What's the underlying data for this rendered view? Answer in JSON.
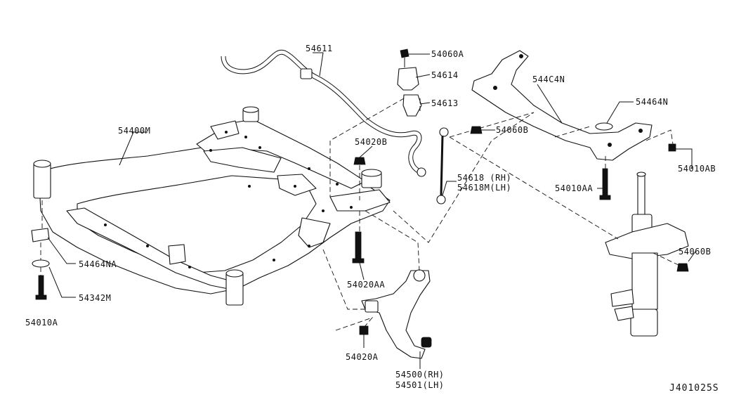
{
  "diagram_code": "J401025S",
  "parts": {
    "p54611": "54611",
    "p54060A": "54060A",
    "p54614": "54614",
    "p54613": "54613",
    "p544C4N": "544C4N",
    "p54464N": "54464N",
    "p54060B_top": "54060B",
    "p54020B": "54020B",
    "p54400M": "54400M",
    "p54618RH": "54618 (RH)",
    "p54618MLH": "54618M(LH)",
    "p54010AB": "54010AB",
    "p54010AA": "54010AA",
    "p54060B_right": "54060B",
    "p54464NA": "54464NA",
    "p54342M": "54342M",
    "p54020AA": "54020AA",
    "p54010A": "54010A",
    "p54020A": "54020A",
    "p54500RH": "54500(RH)",
    "p54501LH": "54501(LH)"
  }
}
